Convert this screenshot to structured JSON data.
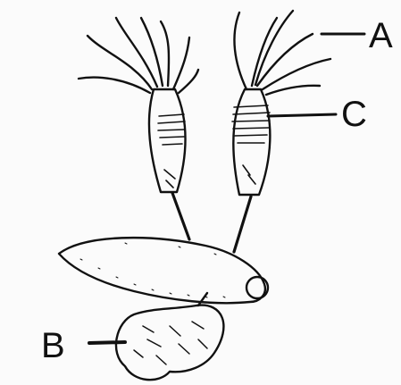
{
  "labels": {
    "a": "A",
    "b": "B",
    "c": "C"
  },
  "colors": {
    "ink": "#111111",
    "paper": "#fbfbfb"
  }
}
